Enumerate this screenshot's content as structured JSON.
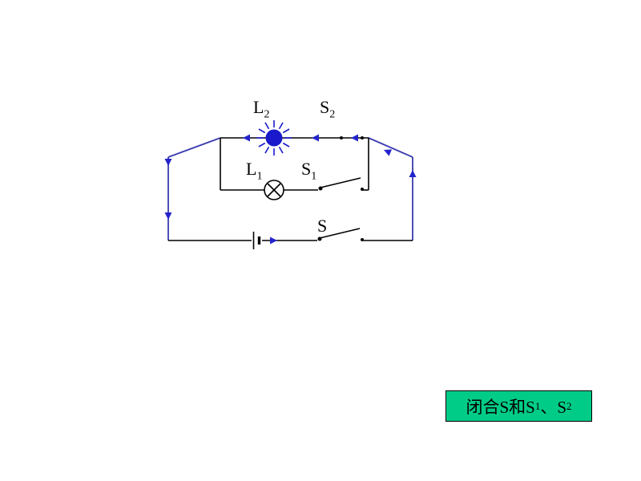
{
  "slide": {
    "background": "#ffffff"
  },
  "circuit": {
    "labels": {
      "lamp2": {
        "base": "L",
        "sub": "2"
      },
      "switch2": {
        "base": "S",
        "sub": "2"
      },
      "lamp1": {
        "base": "L",
        "sub": "1"
      },
      "switch1": {
        "base": "S",
        "sub": "1"
      },
      "main_switch": {
        "base": "S"
      }
    },
    "colors": {
      "wire": "#000000",
      "outer_wire": "#3a3ab0",
      "arrow": "#2323cc",
      "lamp_lit": "#1a1acc",
      "lamp_unlit_fill": "#ffffff"
    },
    "state": {
      "lamp_l2": "lit",
      "lamp_l1": "unlit",
      "switch_s1": "open",
      "switch_s2": "closed",
      "switch_s": "open"
    }
  },
  "caption": {
    "seg1": "闭合S和S",
    "sub1": "1",
    "seg2": "、S",
    "sub2": "2",
    "bg_color": "#00cc88",
    "border_color": "#000000",
    "text_color": "#000000"
  }
}
